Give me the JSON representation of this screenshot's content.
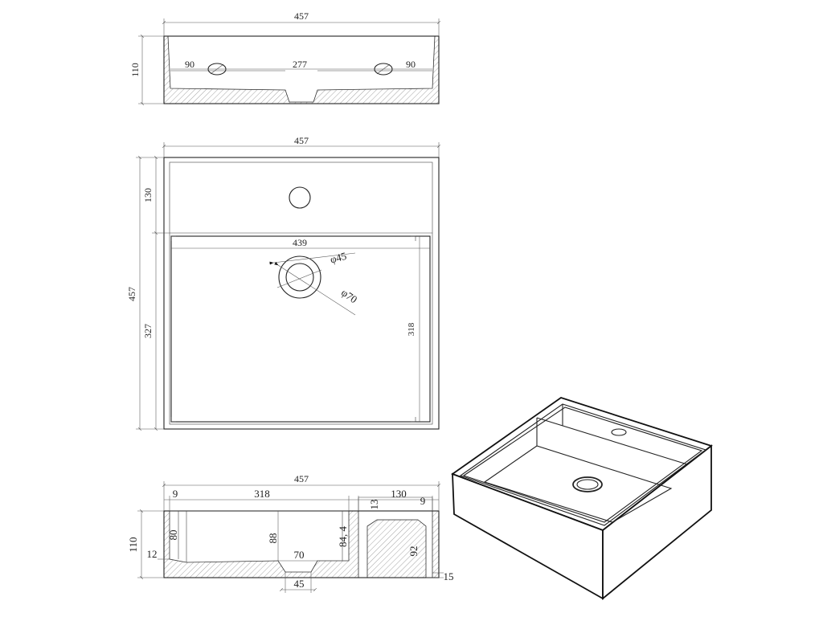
{
  "colors": {
    "line": "#222222",
    "background": "#ffffff"
  },
  "top_section": {
    "width_label": "457",
    "height_label": "110",
    "left_offset_label": "90",
    "center_span_label": "277",
    "right_offset_label": "90"
  },
  "plan_view": {
    "width_label": "457",
    "height_label": "457",
    "top_zone_label": "130",
    "lower_zone_label": "327",
    "inner_width_label": "439",
    "inner_height_label": "318",
    "drain_inner_label": "φ45",
    "drain_outer_label": "φ70"
  },
  "side_section": {
    "width_label": "457",
    "left_wall_label": "9",
    "basin_width_label": "318",
    "deck_width_label": "130",
    "rim_label": "13",
    "right_wall_label": "9",
    "height_label": "110",
    "left_depth_label": "80",
    "center_depth_label": "88",
    "right_depth_label": "84, 4",
    "deck_depth_label": "92",
    "base_label": "12",
    "drain_top_label": "70",
    "drain_bottom_label": "45",
    "foot_label": "15"
  }
}
